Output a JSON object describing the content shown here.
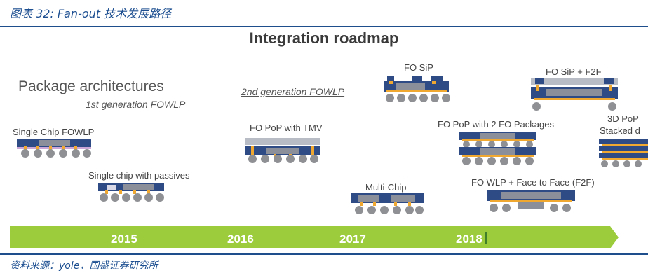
{
  "caption": "图表 32: Fan-out 技术发展路径",
  "source": "资料来源：yole，国盛证券研究所",
  "diagram": {
    "title": "Integration roadmap",
    "package_architectures": "Package architectures",
    "gen1": "1st generation FOWLP",
    "gen2": "2nd generation FOWLP",
    "packages": {
      "single_chip": "Single Chip FOWLP",
      "single_chip_passives": "Single chip with passives",
      "fo_pop_tmv": "FO PoP with TMV",
      "multi_chip": "Multi-Chip",
      "fo_sip": "FO SiP",
      "fo_pop_2fo": "FO PoP with 2 FO Packages",
      "fo_wlp_f2f": "FO WLP + Face to Face (F2F)",
      "fo_sip_f2f": "FO SiP + F2F",
      "pop_3d_line1": "3D PoP",
      "pop_3d_line2": "Stacked d"
    },
    "years": [
      "2015",
      "2016",
      "2017",
      "2018"
    ]
  },
  "colors": {
    "navy": "#2e4b86",
    "die": "#8a8f99",
    "ball": "#8e9094",
    "gold": "#f0a830",
    "timeline": "#9ccc3c",
    "accent_text": "#1d4f91"
  }
}
